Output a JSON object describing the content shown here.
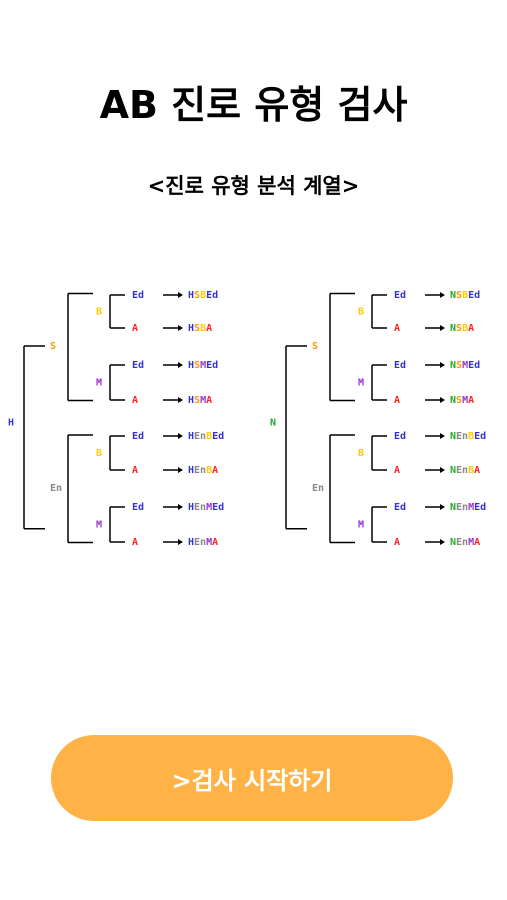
{
  "title": "AB 진로 유형 검사",
  "subtitle": "<진로 유형 분석 계열>",
  "colors": {
    "H": "#3333cc",
    "N": "#22aa22",
    "S": "#ff9900",
    "En": "#888888",
    "B": "#ffcc00",
    "M": "#9933cc",
    "Ed": "#3333cc",
    "A": "#ff2222"
  },
  "trees": [
    {
      "root": "H",
      "branches": [
        {
          "label": "S",
          "children": [
            {
              "label": "B",
              "leaves": [
                {
                  "label": "Ed",
                  "result": "HSBEd"
                },
                {
                  "label": "A",
                  "result": "HSBA"
                }
              ]
            },
            {
              "label": "M",
              "leaves": [
                {
                  "label": "Ed",
                  "result": "HSMEd"
                },
                {
                  "label": "A",
                  "result": "HSMA"
                }
              ]
            }
          ]
        },
        {
          "label": "En",
          "children": [
            {
              "label": "B",
              "leaves": [
                {
                  "label": "Ed",
                  "result": "HEnBEd"
                },
                {
                  "label": "A",
                  "result": "HEnBA"
                }
              ]
            },
            {
              "label": "M",
              "leaves": [
                {
                  "label": "Ed",
                  "result": "HEnMEd"
                },
                {
                  "label": "A",
                  "result": "HEnMA"
                }
              ]
            }
          ]
        }
      ]
    },
    {
      "root": "N",
      "branches": [
        {
          "label": "S",
          "children": [
            {
              "label": "B",
              "leaves": [
                {
                  "label": "Ed",
                  "result": "NSBEd"
                },
                {
                  "label": "A",
                  "result": "NSBA"
                }
              ]
            },
            {
              "label": "M",
              "leaves": [
                {
                  "label": "Ed",
                  "result": "NSMEd"
                },
                {
                  "label": "A",
                  "result": "NSMA"
                }
              ]
            }
          ]
        },
        {
          "label": "En",
          "children": [
            {
              "label": "B",
              "leaves": [
                {
                  "label": "Ed",
                  "result": "NEnBEd"
                },
                {
                  "label": "A",
                  "result": "NEnBA"
                }
              ]
            },
            {
              "label": "M",
              "leaves": [
                {
                  "label": "Ed",
                  "result": "NEnMEd"
                },
                {
                  "label": "A",
                  "result": "NEnMA"
                }
              ]
            }
          ]
        }
      ]
    }
  ],
  "start_button": ">검사 시작하기"
}
